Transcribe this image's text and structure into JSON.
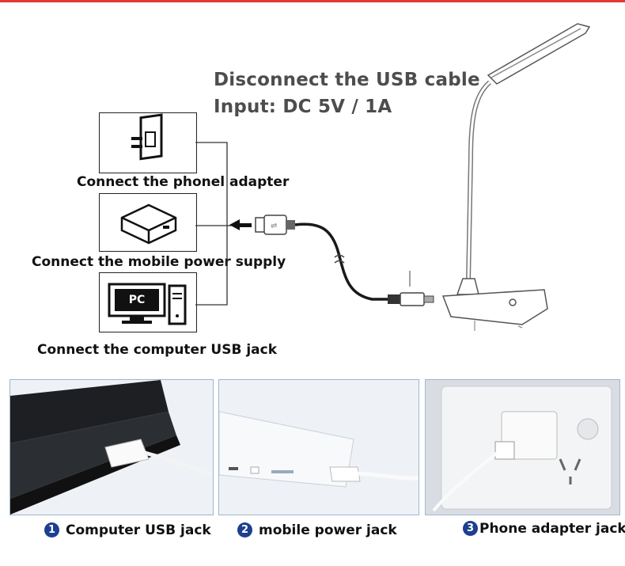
{
  "headline": {
    "line1": "Disconnect the USB cable",
    "line2": "Input: DC 5V / 1A"
  },
  "options": [
    {
      "label": "Connect the phonel adapter"
    },
    {
      "label": "Connect the mobile power supply"
    },
    {
      "label": "Connect the computer USB jack"
    }
  ],
  "pc_label": "PC",
  "captions": [
    {
      "num": "1",
      "text": "Computer USB jack"
    },
    {
      "num": "2",
      "text": "mobile power jack"
    },
    {
      "num": "3",
      "text": "Phone adapter jack"
    }
  ],
  "colors": {
    "accent_line": "#e23a3a",
    "badge": "#1c3f8f",
    "photo_border": "#9fb6cf"
  }
}
